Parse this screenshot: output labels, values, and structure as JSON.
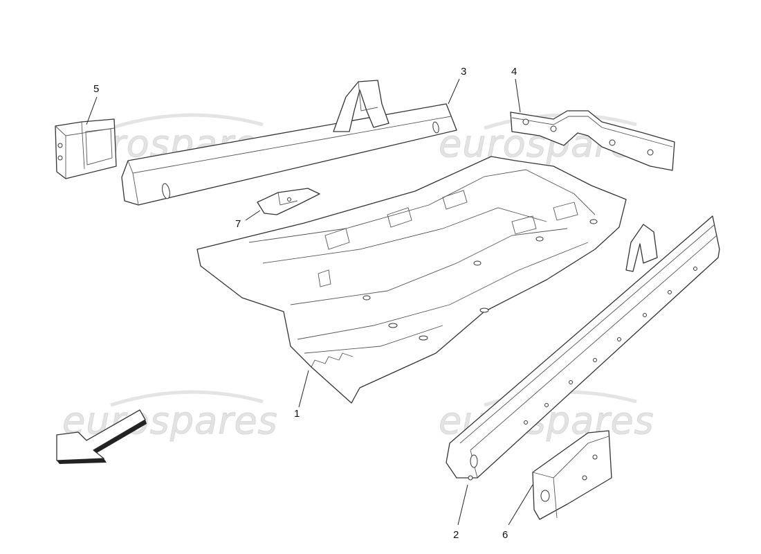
{
  "diagram": {
    "watermark_text": "eurospares",
    "callouts": [
      {
        "id": "1",
        "label": "1"
      },
      {
        "id": "2",
        "label": "2"
      },
      {
        "id": "3",
        "label": "3"
      },
      {
        "id": "4",
        "label": "4"
      },
      {
        "id": "5",
        "label": "5"
      },
      {
        "id": "6",
        "label": "6"
      },
      {
        "id": "7",
        "label": "7"
      }
    ],
    "direction_arrow": "arrow-front-left-icon"
  }
}
